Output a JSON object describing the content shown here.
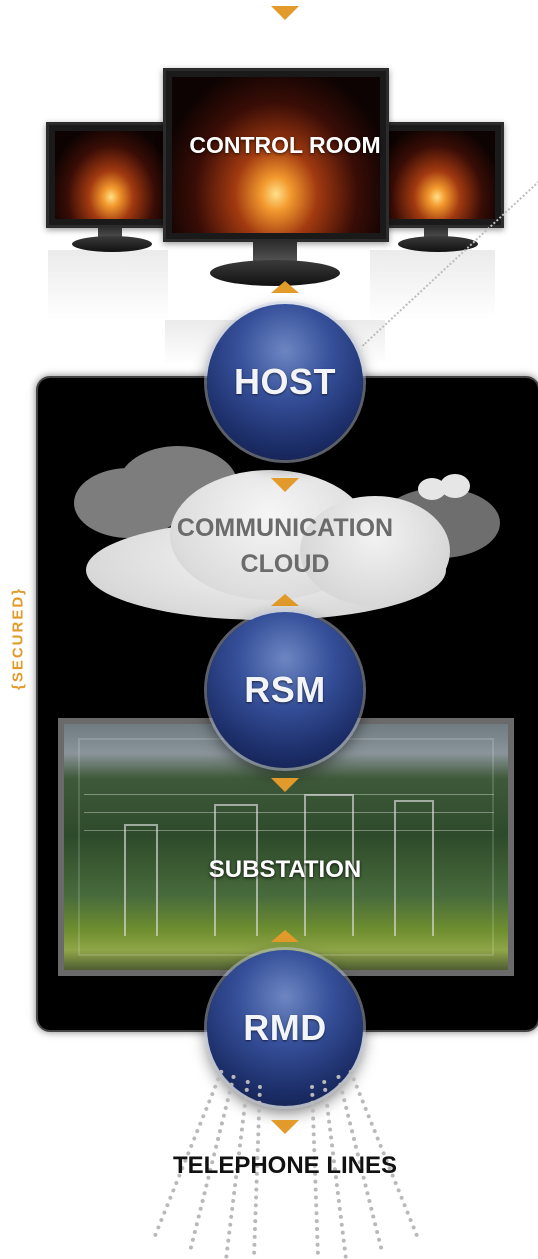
{
  "labels": {
    "control_room": "CONTROL ROOM",
    "communication_cloud_line1": "COMMUNICATION",
    "communication_cloud_line2": "CLOUD",
    "substation": "SUBSTATION",
    "telephone_lines": "TELEPHONE LINES",
    "secured": "{SECURED}"
  },
  "nodes": {
    "host": "HOST",
    "rsm": "RSM",
    "rmd": "RMD"
  },
  "colors": {
    "arrow": "#e29a2a",
    "secured_text": "#e29a2a",
    "node_blue": "#2a3f86",
    "panel": "#000000"
  }
}
